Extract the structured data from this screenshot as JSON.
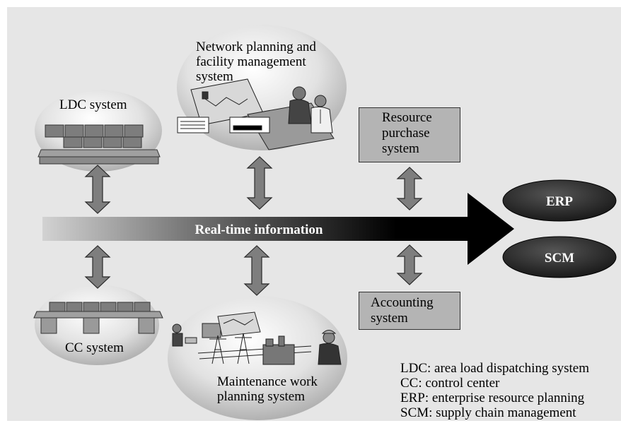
{
  "diagram": {
    "systems": {
      "ldc": "LDC system",
      "network": [
        "Network planning and",
        "facility management",
        "system"
      ],
      "cc": "CC system",
      "maintenance": [
        "Maintenance work",
        "planning system"
      ],
      "resource": [
        "Resource",
        "purchase",
        "system"
      ],
      "accounting": [
        "Accounting",
        "system"
      ]
    },
    "arrow_label": "Real-time information",
    "targets": [
      "ERP",
      "SCM"
    ],
    "legend": [
      "LDC: area load dispatching system",
      "CC: control center",
      "ERP: enterprise resource planning",
      "SCM: supply chain management"
    ]
  },
  "colors": {
    "background": "#e6e6e6",
    "ellipse_light": "#ffffff",
    "ellipse_dark": "#a8a8a8",
    "box_fill": "#b4b4b4",
    "arrow_dark": "#000000",
    "target_fill": "#222222"
  }
}
